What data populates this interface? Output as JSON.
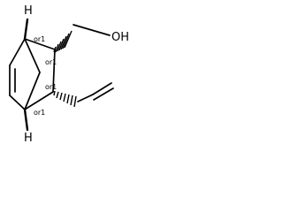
{
  "molecule": {
    "atoms": {
      "bridgehead_h_top": "H",
      "bridgehead_h_bottom": "H",
      "hydroxyl": "OH"
    },
    "stereo_labels": {
      "c1": "or1",
      "c2": "or1",
      "c3": "or1",
      "c4": "or1"
    }
  }
}
